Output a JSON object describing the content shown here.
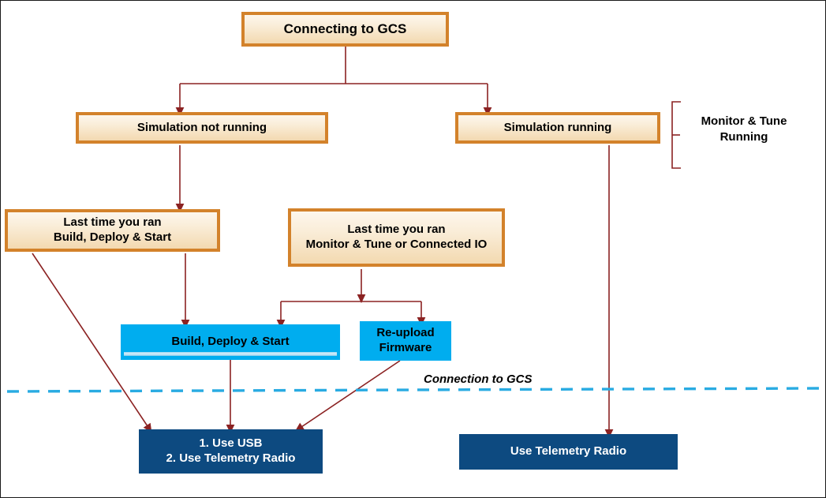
{
  "diagram": {
    "title": "Connecting to GCS",
    "root": {
      "label": "Connecting to GCS"
    },
    "branches": {
      "left": {
        "label": "Simulation not running"
      },
      "right": {
        "label": "Simulation running"
      }
    },
    "conditions": {
      "build_deploy": {
        "label": "Last time you ran\nBuild, Deploy & Start"
      },
      "monitor_tune": {
        "label": "Last time you ran\nMonitor & Tune or Connected IO"
      }
    },
    "actions": {
      "build_deploy_start": {
        "label": "Build, Deploy & Start"
      },
      "reupload_firmware": {
        "label": "Re-upload\nFirmware"
      }
    },
    "terminals": {
      "usb_telemetry": {
        "label": "1. Use USB\n2. Use Telemetry Radio"
      },
      "telemetry": {
        "label": "Use Telemetry Radio"
      }
    },
    "annotations": {
      "brace": {
        "label": "Monitor & Tune\nRunning"
      },
      "divider": {
        "label": "Connection to GCS"
      }
    },
    "colors": {
      "tan_border": "#d3822b",
      "tan_fill_top": "#fdf6ec",
      "tan_fill_bottom": "#f3d9b0",
      "cyan": "#00ADEF",
      "navy": "#0d4a80",
      "connector": "#8b2222",
      "divider_line": "#29ABE2",
      "frame": "#1a1a1a"
    }
  }
}
